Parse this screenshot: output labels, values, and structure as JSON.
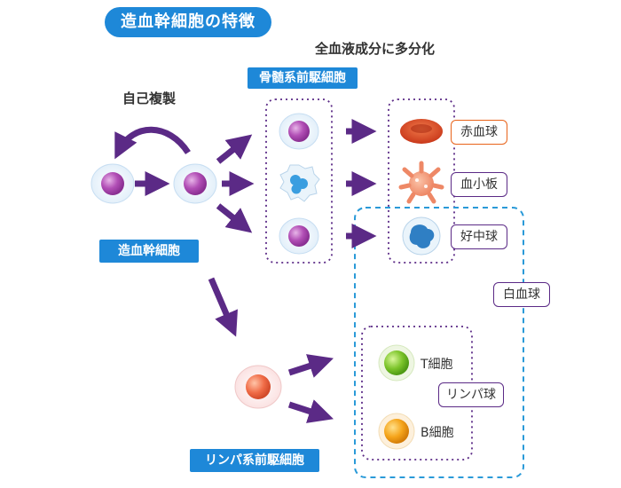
{
  "title": "造血幹細胞の特徴",
  "labels": {
    "self_renewal": "自己複製",
    "hsc": "造血幹細胞",
    "myeloid_progenitor": "骨髄系前駆細胞",
    "differentiation": "全血液成分に多分化",
    "lymphoid_progenitor": "リンパ系前駆細胞"
  },
  "cells": {
    "rbc": "赤血球",
    "platelet": "血小板",
    "neutrophil": "好中球",
    "wbc": "白血球",
    "t_cell": "T細胞",
    "b_cell": "B細胞",
    "lymphocyte": "リンパ球"
  },
  "colors": {
    "accent_blue": "#1e88d8",
    "arrow_purple": "#5b2a86",
    "dashed_blue": "#2a9ad8",
    "rbc_orange": "#e8631a"
  }
}
